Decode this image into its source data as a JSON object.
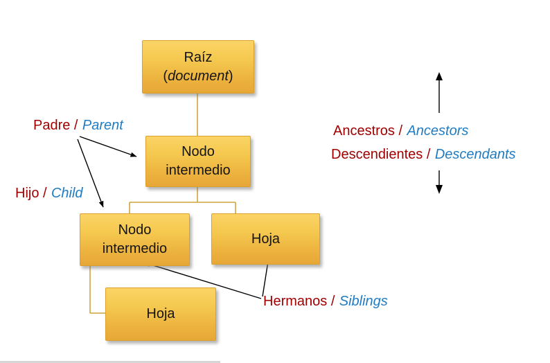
{
  "nodes": {
    "root": {
      "title": "Raíz",
      "paren_open": "(",
      "subtitle": "document",
      "paren_close": ")"
    },
    "intermediate_top": {
      "label": "Nodo intermedio"
    },
    "intermediate_left": {
      "label": "Nodo intermedio"
    },
    "leaf_right": {
      "label": "Hoja"
    },
    "leaf_bottom": {
      "label": "Hoja"
    }
  },
  "labels": {
    "parent": {
      "es": "Padre /",
      "en": "Parent"
    },
    "child": {
      "es": "Hijo /",
      "en": "Child"
    },
    "siblings": {
      "es": "Hermanos /",
      "en": "Siblings"
    },
    "ancestors": {
      "es": "Ancestros /",
      "en": "Ancestors"
    },
    "descendants": {
      "es": "Descendientes /",
      "en": "Descendants"
    }
  },
  "icons": {
    "up_down_arrow": "vertical double-headed arrow spanning ancestors/descendants labels"
  },
  "colors": {
    "box_fill_top": "#FBD466",
    "box_fill_bottom": "#E7A737",
    "box_border": "#D9A02C",
    "spanish_text": "#A00000",
    "english_text": "#1F7CC2",
    "connector_line": "#CFA33C",
    "arrow": "#000000"
  }
}
